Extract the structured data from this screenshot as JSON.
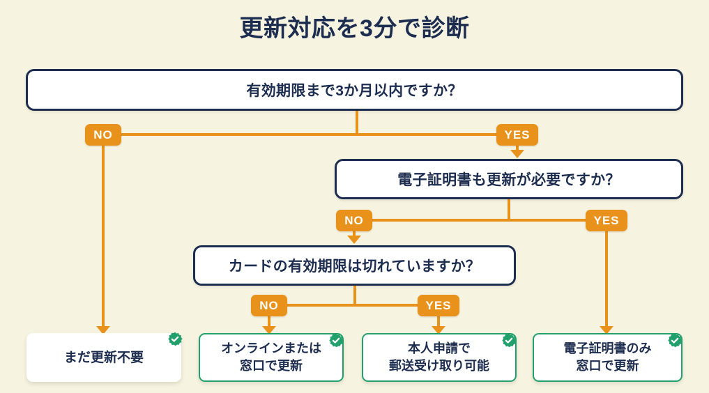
{
  "page": {
    "title": "更新対応を3分で診断",
    "background_color": "#f6f3e0",
    "navy": "#1d2d50",
    "orange": "#e8921c",
    "green": "#22a06b"
  },
  "questions": [
    {
      "id": "q1",
      "text": "有効期限まで3か月以内ですか？"
    },
    {
      "id": "q2",
      "text": "電子証明書も更新が必要ですか？"
    },
    {
      "id": "q3",
      "text": "カードの有効期限は切れていますか？"
    }
  ],
  "branch_labels": {
    "q1_no": "NO",
    "q1_yes": "YES",
    "q2_no": "NO",
    "q2_yes": "YES",
    "q3_no": "NO",
    "q3_yes": "YES"
  },
  "results": [
    {
      "id": "r1",
      "line1": "まだ更新不要",
      "line2": "",
      "bordered": false,
      "badge": "check-circle-icon"
    },
    {
      "id": "r2",
      "line1": "オンラインまたは",
      "line2": "窓口で更新",
      "bordered": true,
      "badge": "check-circle-icon"
    },
    {
      "id": "r3",
      "line1": "本人申請で",
      "line2": "郵送受け取り可能",
      "bordered": true,
      "badge": "check-circle-icon"
    },
    {
      "id": "r4",
      "line1": "電子証明書のみ",
      "line2": "窓口で更新",
      "bordered": true,
      "badge": "check-circle-icon"
    }
  ]
}
